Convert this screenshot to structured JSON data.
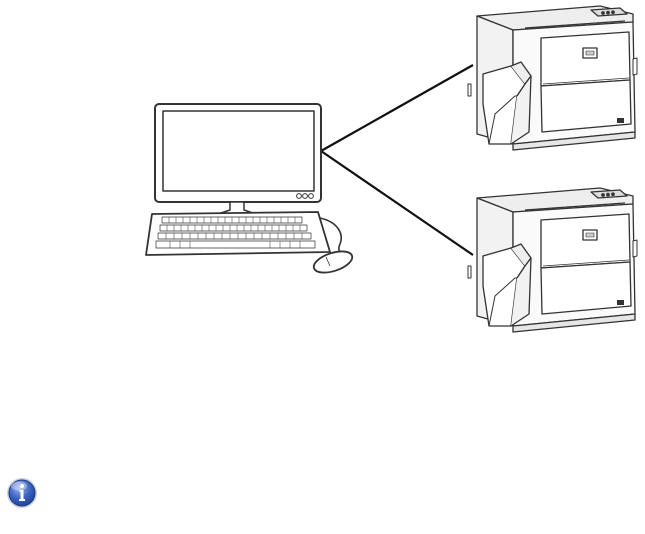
{
  "diagram": {
    "nodes": [
      {
        "id": "computer",
        "type": "desktop-computer",
        "icon": "computer-icon"
      },
      {
        "id": "printer-1",
        "type": "card-printer",
        "icon": "printer-icon"
      },
      {
        "id": "printer-2",
        "type": "card-printer",
        "icon": "printer-icon"
      }
    ],
    "edges": [
      {
        "from": "computer",
        "to": "printer-1"
      },
      {
        "from": "computer",
        "to": "printer-2"
      }
    ]
  },
  "note": {
    "icon": "info-icon",
    "colors": {
      "fill": "#2f56b3",
      "highlight": "#9fb4ea",
      "ring": "#c9cfd9"
    }
  }
}
